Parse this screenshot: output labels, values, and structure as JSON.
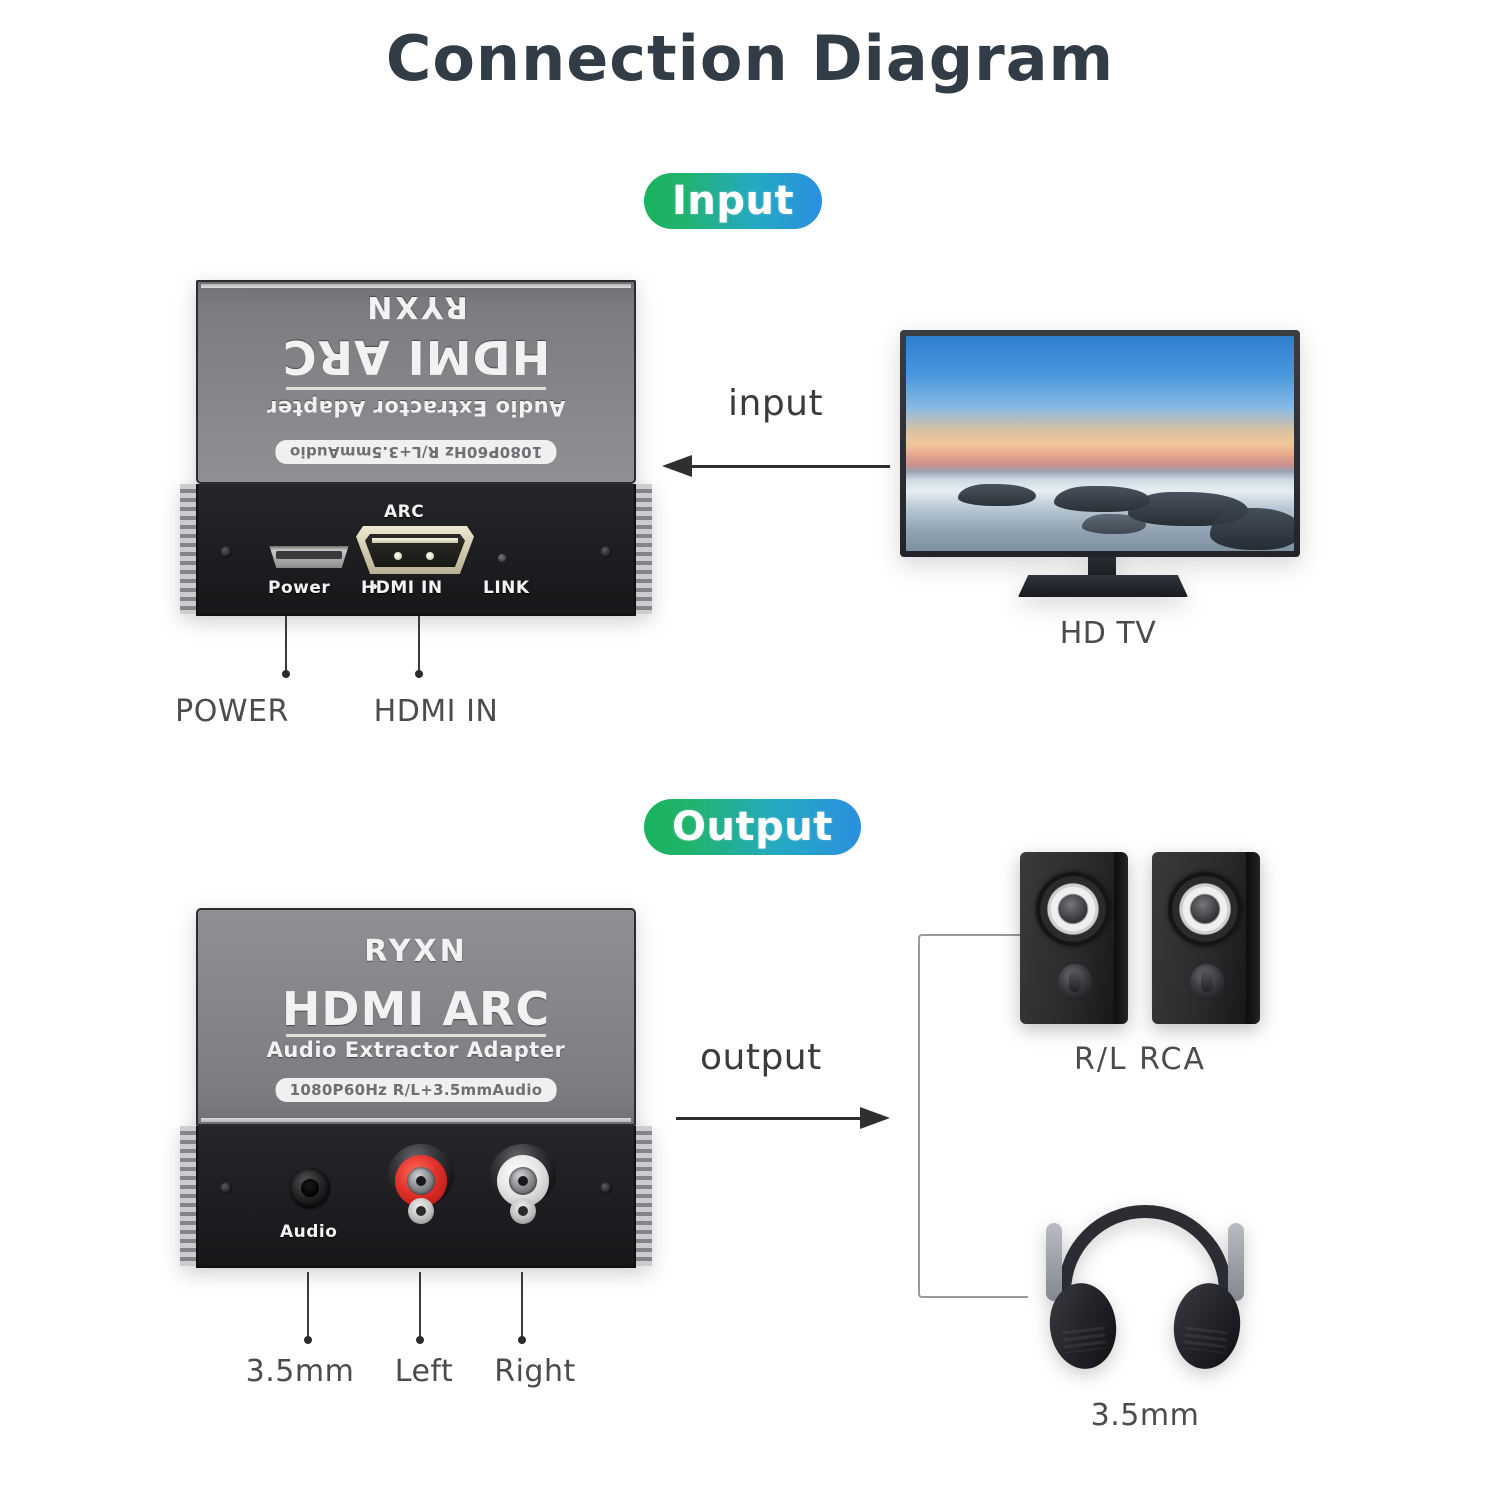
{
  "page": {
    "title": "Connection Diagram",
    "background": "#ffffff",
    "title_color": "#323c46"
  },
  "badges": {
    "input": {
      "label": "Input",
      "gradient_from": "#19b35e",
      "gradient_to": "#2b8fe0",
      "text_color": "#ffffff"
    },
    "output": {
      "label": "Output",
      "gradient_from": "#19b35e",
      "gradient_to": "#2b8fe0",
      "text_color": "#ffffff"
    }
  },
  "input_section": {
    "device": {
      "brand": "RYXN",
      "model": "HDMI ARC",
      "subtitle": "Audio Extractor Adapter",
      "spec_badge": "1080P60Hz  R/L+3.5mmAudio",
      "orientation_note": "upside-down",
      "face_labels": {
        "power": "Power",
        "arc": "ARC",
        "hdmi_in": "HDMI IN",
        "link": "LINK"
      },
      "body_color": "#85868a",
      "face_color": "#1e1e22",
      "hdmi_port_color": "#d8d2b6"
    },
    "callouts": [
      {
        "label": "POWER"
      },
      {
        "label": "HDMI IN"
      }
    ],
    "flow": {
      "label": "input",
      "direction": "left"
    },
    "target": {
      "label": "HD TV",
      "icon": "television-icon"
    }
  },
  "output_section": {
    "device": {
      "brand": "RYXN",
      "model": "HDMI ARC",
      "subtitle": "Audio Extractor Adapter",
      "spec_badge": "1080P60Hz  R/L+3.5mmAudio",
      "face_labels": {
        "audio": "Audio"
      },
      "jacks": [
        {
          "name": "3.5mm-audio-jack",
          "color": "#1a1a1c"
        },
        {
          "name": "rca-left-jack",
          "color": "#e2302a"
        },
        {
          "name": "rca-right-jack",
          "color": "#e6e6e6"
        }
      ]
    },
    "callouts": [
      {
        "label": "3.5mm"
      },
      {
        "label": "Left"
      },
      {
        "label": "Right"
      }
    ],
    "flow": {
      "label": "output",
      "direction": "right"
    },
    "targets": [
      {
        "label": "R/L   RCA",
        "icon": "speakers-icon"
      },
      {
        "label": "3.5mm",
        "icon": "headphones-icon"
      }
    ]
  }
}
